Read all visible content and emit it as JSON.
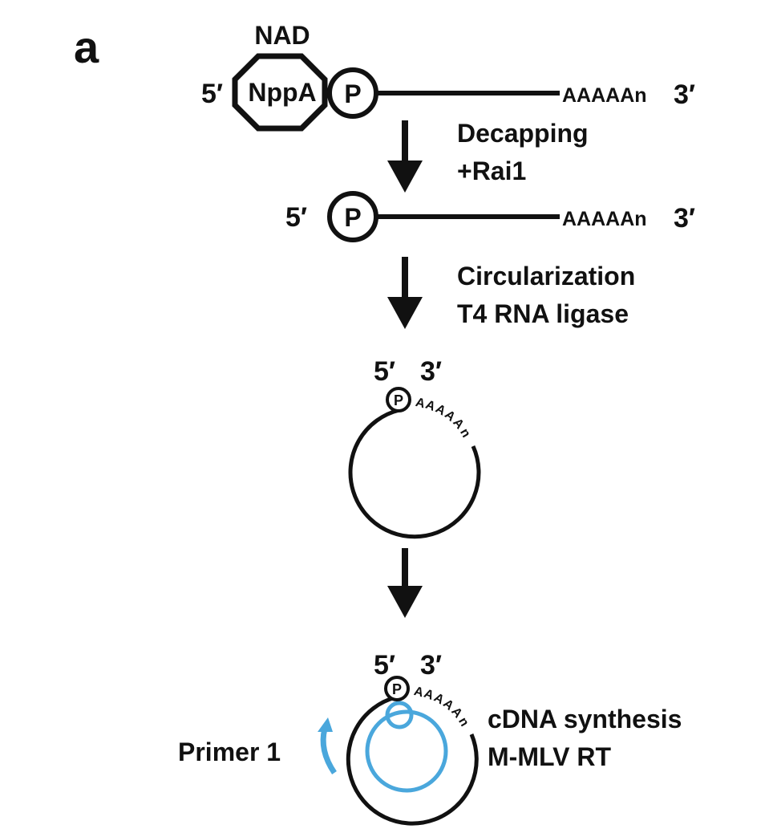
{
  "panel_label": "a",
  "colors": {
    "ink": "#111111",
    "primer": "#4aa7dc",
    "background": "#ffffff"
  },
  "icons": [
    "down-arrow-icon",
    "curved-arrow-icon",
    "phosphate-circle-icon",
    "octagon-cap-icon"
  ],
  "step1": {
    "cap_label": "NAD",
    "cap_inner": "NppA",
    "five_prime": "5′",
    "phosphate": "P",
    "tail": "AAAAAn",
    "three_prime": "3′"
  },
  "step2": {
    "line1": "Decapping",
    "line2": "+Rai1"
  },
  "step3": {
    "five_prime": "5′",
    "phosphate": "P",
    "tail": "AAAAAn",
    "three_prime": "3′"
  },
  "step4": {
    "line1": "Circularization",
    "line2": "T4 RNA ligase"
  },
  "step5": {
    "five_prime": "5′",
    "three_prime": "3′",
    "phosphate": "P",
    "tail_letters": [
      "A",
      "A",
      "A",
      "A",
      "A",
      "n"
    ]
  },
  "step6": {
    "five_prime": "5′",
    "three_prime": "3′",
    "phosphate": "P",
    "tail_letters": [
      "A",
      "A",
      "A",
      "A",
      "A",
      "n"
    ],
    "primer": "Primer 1",
    "line1": "cDNA synthesis",
    "line2": "M-MLV RT"
  }
}
